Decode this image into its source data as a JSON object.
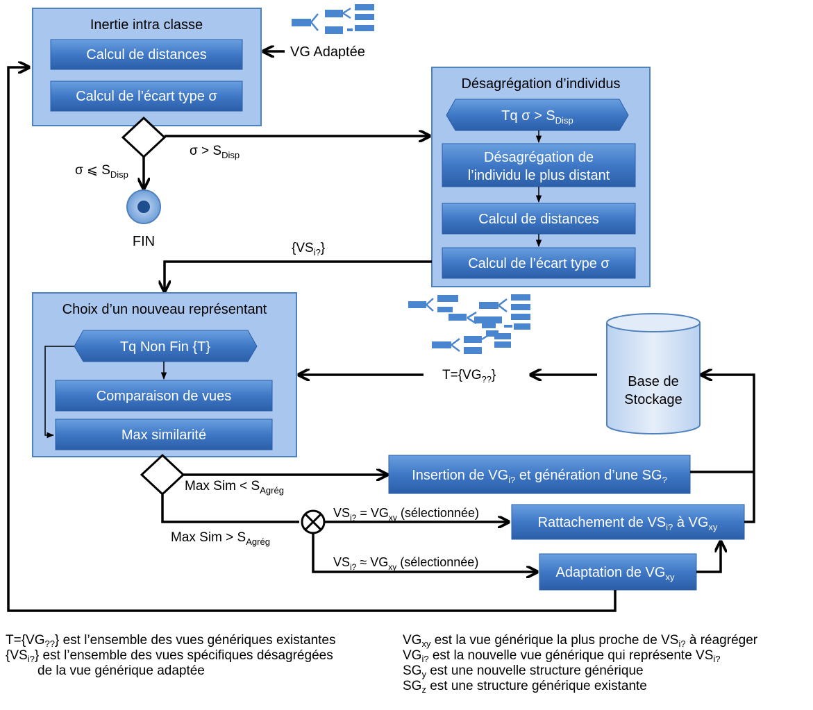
{
  "inertie": {
    "title": "Inertie intra classe",
    "step1": "Calcul de distances",
    "step2": "Calcul de l’écart type σ"
  },
  "vg_adaptee": "VG Adaptée",
  "cond_le": {
    "main": "σ ⩽ S",
    "sub": "Disp"
  },
  "cond_gt": {
    "main": "σ > S",
    "sub": "Disp"
  },
  "fin": "FIN",
  "desag": {
    "title": "Désagrégation d’individus",
    "loop": {
      "main": "Tq  σ > S",
      "sub": "Disp"
    },
    "step1_line1": "Désagrégation de",
    "step1_line2": "l’individu le plus distant",
    "step2": "Calcul de distances",
    "step3": "Calcul de  l’écart type σ"
  },
  "vsi_set": {
    "open": "{VS",
    "sub": "i?",
    "close": "}"
  },
  "choix": {
    "title": "Choix d’un nouveau représentant",
    "loop": "Tq Non Fin {T}",
    "step1": "Comparaison de vues",
    "step2": "Max similarité"
  },
  "t_set": {
    "main": "T={VG",
    "sub": "??",
    "close": "}"
  },
  "base": {
    "line1": "Base de",
    "line2": "Stockage"
  },
  "max_lt": {
    "main": "Max Sim < S",
    "sub": "Agrég"
  },
  "max_gt": {
    "main": "Max Sim > S",
    "sub": "Agrég"
  },
  "insertion": {
    "a": "Insertion de VG",
    "a_sub": "i?",
    "b": " et génération d’une SG",
    "b_sub": "?"
  },
  "rattachement": {
    "a": "Rattachement de VS",
    "a_sub": "i?",
    "b": " à VG",
    "b_sub": "xy"
  },
  "adaptation": {
    "a": "Adaptation de VG",
    "a_sub": "xy"
  },
  "sel_eq": {
    "a": "VS",
    "a_sub": "i?",
    "b": " = VG",
    "b_sub": "xy",
    "c": " (sélectionnée)"
  },
  "sel_approx": {
    "a": "VS",
    "a_sub": "i?",
    "b": " ≈ VG",
    "b_sub": "xy",
    "c": " (sélectionnée)"
  },
  "legend": {
    "l1": {
      "a": "T={VG",
      "sub": "??",
      "b": "}  est l’ensemble des vues génériques existantes"
    },
    "l2": {
      "a": "{VS",
      "sub": "i?",
      "b": "} est l’ensemble des vues spécifiques désagrégées"
    },
    "l3": "de la vue générique adaptée",
    "r1": {
      "a": "VG",
      "sub": "xy",
      "b": " est la vue générique la plus proche de VS",
      "sub2": "i?",
      "c": " à réagréger"
    },
    "r2": {
      "a": "VG",
      "sub": "i?",
      "b": " est la nouvelle vue générique qui représente VS",
      "sub2": "i?"
    },
    "r3": {
      "a": "SG",
      "sub": "y",
      "b": "  est une nouvelle structure générique"
    },
    "r4": {
      "a": "SG",
      "sub": "z",
      "b": "  est une structure générique existante"
    }
  },
  "colors": {
    "panel_fill": "#a8c6ee",
    "panel_border": "#4f81bd",
    "button_top": "#5b93d6",
    "button_bottom": "#2e64b0",
    "icon_blue": "#4a86cf",
    "arrow": "#000000",
    "cylinder_fill": "#cfe0f5"
  },
  "icons": [
    "tree-view-icon",
    "tree-views-cluster-icon",
    "database-cylinder-icon",
    "end-node-icon",
    "merge-x-icon"
  ]
}
